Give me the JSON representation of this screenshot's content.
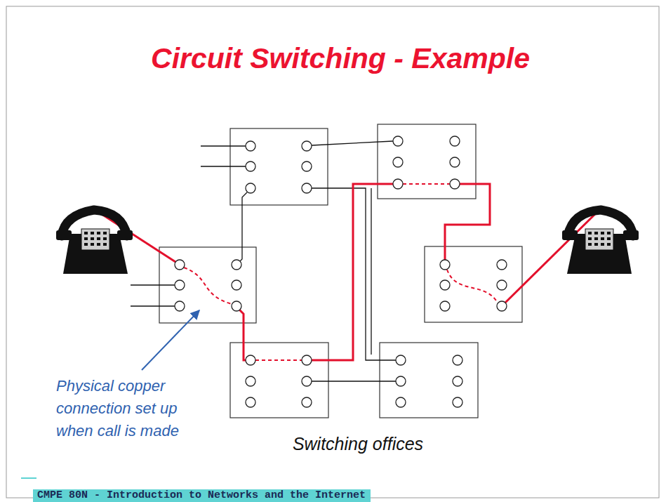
{
  "diagram": {
    "title": "Circuit Switching - Example",
    "nodes": [
      {
        "text": [
          "CMPE 80N - Introduction to Networks and the Internet"
        ]
      }
    ],
    "labels": [
      "Physical copper connection set up when call is made",
      "Switching offices"
    ]
  }
}
